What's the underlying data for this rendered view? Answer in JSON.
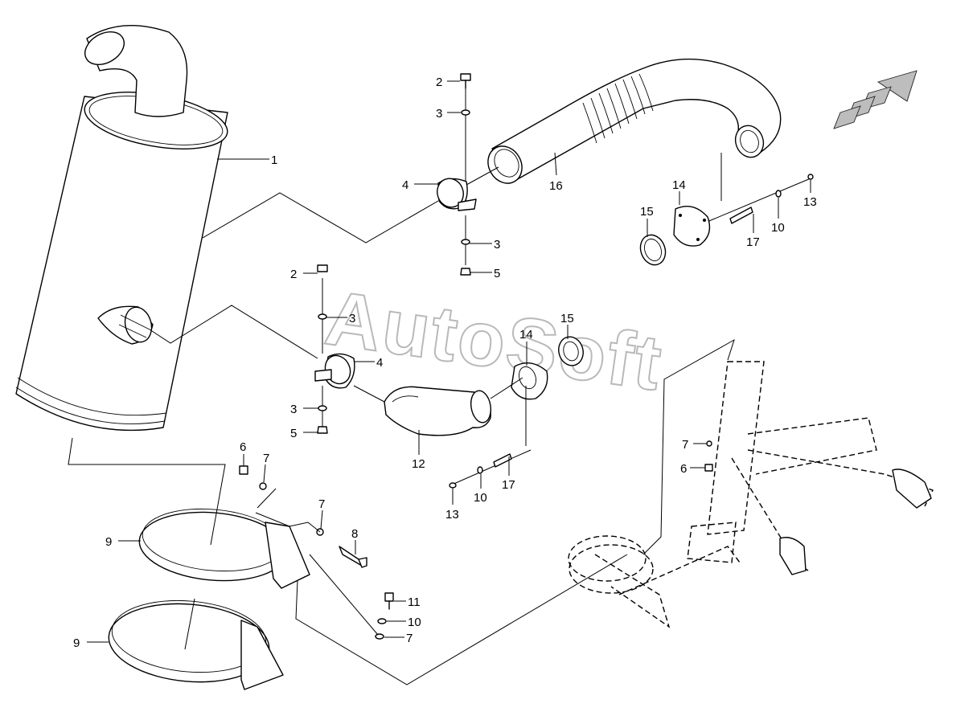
{
  "diagram": {
    "watermark": "AutoSoft",
    "callouts": [
      {
        "id": "c1",
        "label": "1"
      },
      {
        "id": "c2a",
        "label": "2"
      },
      {
        "id": "c3a",
        "label": "3"
      },
      {
        "id": "c4a",
        "label": "4"
      },
      {
        "id": "c3b",
        "label": "3"
      },
      {
        "id": "c5a",
        "label": "5"
      },
      {
        "id": "c16",
        "label": "16"
      },
      {
        "id": "c14a",
        "label": "14"
      },
      {
        "id": "c15a",
        "label": "15"
      },
      {
        "id": "c17a",
        "label": "17"
      },
      {
        "id": "c10a",
        "label": "10"
      },
      {
        "id": "c13a",
        "label": "13"
      },
      {
        "id": "c2b",
        "label": "2"
      },
      {
        "id": "c3c",
        "label": "3"
      },
      {
        "id": "c4b",
        "label": "4"
      },
      {
        "id": "c3d",
        "label": "3"
      },
      {
        "id": "c5b",
        "label": "5"
      },
      {
        "id": "c14b",
        "label": "14"
      },
      {
        "id": "c15b",
        "label": "15"
      },
      {
        "id": "c12",
        "label": "12"
      },
      {
        "id": "c17b",
        "label": "17"
      },
      {
        "id": "c10b",
        "label": "10"
      },
      {
        "id": "c13b",
        "label": "13"
      },
      {
        "id": "c6a",
        "label": "6"
      },
      {
        "id": "c7a",
        "label": "7"
      },
      {
        "id": "c9a",
        "label": "9"
      },
      {
        "id": "c7b",
        "label": "7"
      },
      {
        "id": "c8",
        "label": "8"
      },
      {
        "id": "c9b",
        "label": "9"
      },
      {
        "id": "c11",
        "label": "11"
      },
      {
        "id": "c10c",
        "label": "10"
      },
      {
        "id": "c7c",
        "label": "7"
      },
      {
        "id": "c7d",
        "label": "7"
      },
      {
        "id": "c6b",
        "label": "6"
      }
    ],
    "direction_arrow_icon": "forward-direction-arrow-icon"
  }
}
